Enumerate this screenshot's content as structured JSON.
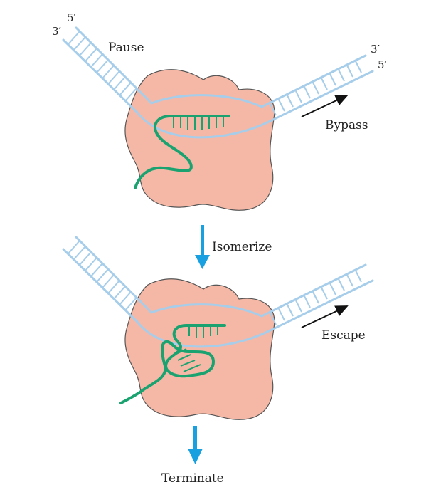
{
  "labels": {
    "five_prime_top": "5′",
    "three_prime_top": "3′",
    "pause": "Pause",
    "three_prime_right": "3′",
    "five_prime_right": "5′",
    "bypass": "Bypass",
    "isomerize": "Isomerize",
    "escape": "Escape",
    "terminate": "Terminate"
  },
  "colors": {
    "polymerase": "#f6b8a6",
    "dna": "#a6cdea",
    "rna": "#1aa371",
    "step_arrow": "#19a0e0"
  }
}
